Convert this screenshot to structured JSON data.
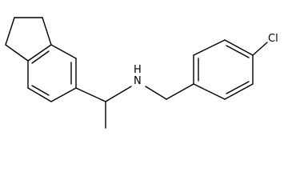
{
  "molecule": {
    "atom_labels": {
      "amine": "H\nN",
      "amine_h": "H",
      "amine_n": "N",
      "halogen": "Cl"
    },
    "colors": {
      "bond": "#000000",
      "label": "#000000",
      "background": "#ffffff"
    }
  }
}
